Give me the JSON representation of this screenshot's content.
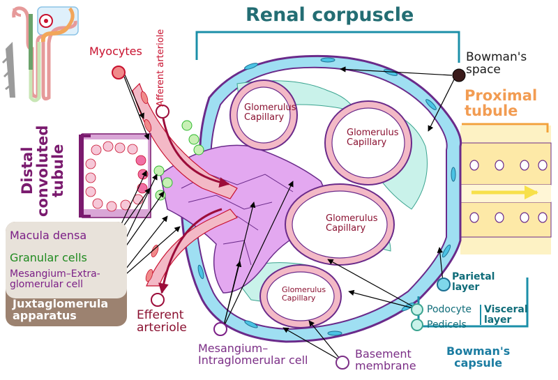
{
  "title": "Renal corpuscle",
  "labels": {
    "bowmans_space": "Bowman's\nspace",
    "proximal_tubule": "Proximal\ntubule",
    "distal_convoluted_tubule": "Distal\nconvoluted\ntubule",
    "myocytes": "Myocytes",
    "afferent_arteriole": "Afferent arteriole",
    "efferent_arteriole": "Efferent\narteriole",
    "macula_densa": "Macula densa",
    "granular_cells": "Granular cells",
    "mesangium_extraglomerular": "Mesangium–Extra-\nglomerular cell",
    "juxtaglomerular_apparatus": "Juxtaglomerula\napparatus",
    "glomerulus_capillary": "Glomerulus\nCapillary",
    "parietal_layer": "Parietal\nlayer",
    "podocyte": "Podocyte",
    "pedicels": "Pedicels",
    "visceral_layer": "Visceral\nlayer",
    "bowmans_capsule": "Bowman's\ncapsule",
    "mesangium_intraglomerular": "Mesangium–\nIntraglomerular cell",
    "basement_membrane": "Basement\nmembrane"
  },
  "colors": {
    "title": "#236d73",
    "capsule_border": "#6a2a8a",
    "capsule_fill": "#9fdff2",
    "bowman_space": "#ffffff",
    "podocyte": "#c9f2ea",
    "mesangium": "#e3a8f0",
    "capillary_wall": "#f3b9c6",
    "proximal_tubule": "#fde9a7",
    "distal_tubule": "#d9a6d6",
    "macula_densa_dot": "#f06fa4",
    "granular_dot": "#2db82d",
    "mesangium_dot": "#7b1e86",
    "myocyte_dot": "#f08a8a",
    "bowman_dot": "#3a1a1a",
    "parietal_dot": "#7fd7ea",
    "podocyte_dot": "#a9efdd",
    "basement_dot": "#b17bd6",
    "flow_arrow": "#9c0d3a"
  }
}
